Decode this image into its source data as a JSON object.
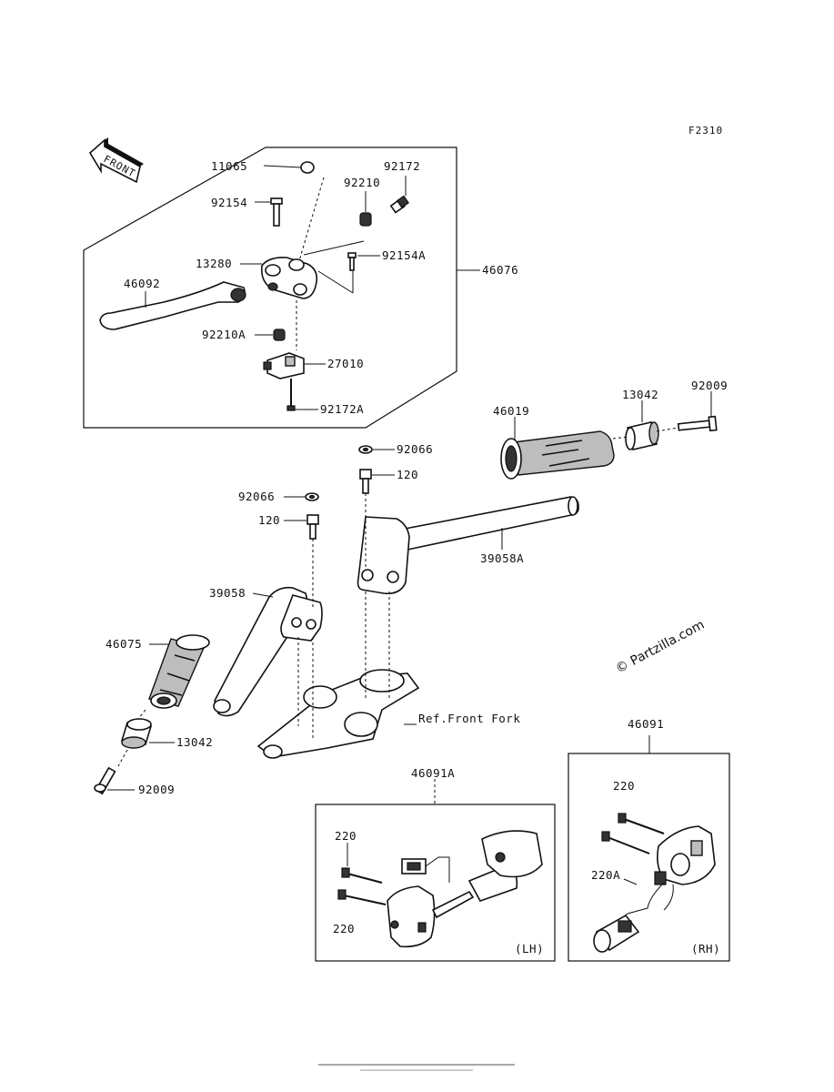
{
  "diagram_code": "F2310",
  "front_label": "FRONT",
  "watermark": "© Partzilla.com",
  "ref_label": "Ref.Front Fork",
  "callouts": {
    "p11065": "11065",
    "p92172": "92172",
    "p92210": "92210",
    "p92154": "92154",
    "p13280": "13280",
    "p92154A": "92154A",
    "p46076": "46076",
    "p46092": "46092",
    "p92210A": "92210A",
    "p27010": "27010",
    "p92172A": "92172A",
    "p46019": "46019",
    "p13042_rh": "13042",
    "p92009_rh": "92009",
    "p92066_a": "92066",
    "p120_a": "120",
    "p92066_b": "92066",
    "p120_b": "120",
    "p39058A": "39058A",
    "p39058": "39058",
    "p46075": "46075",
    "p13042_lh": "13042",
    "p92009_lh": "92009",
    "p46091A": "46091A",
    "p46091": "46091",
    "p220_lh_top": "220",
    "p220_lh_bottom": "220",
    "p220_rh": "220",
    "p220A": "220A"
  },
  "box_labels": {
    "lh": "(LH)",
    "rh": "(RH)"
  }
}
